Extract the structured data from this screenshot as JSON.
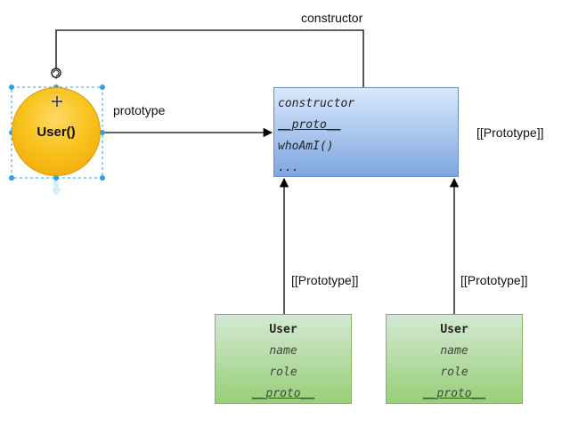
{
  "labels": {
    "constructor": "constructor",
    "prototype": "prototype",
    "proto_right": "[[Prototype]]",
    "proto_left_user": "[[Prototype]]",
    "proto_right_user": "[[Prototype]]"
  },
  "user_node": {
    "label": "User()"
  },
  "prototype_object": {
    "lines": [
      "constructor",
      "__proto__",
      "whoAmI()",
      "..."
    ]
  },
  "instances": [
    {
      "title": "User",
      "fields": [
        "name",
        "role",
        "__proto__"
      ]
    },
    {
      "title": "User",
      "fields": [
        "name",
        "role",
        "__proto__"
      ]
    }
  ],
  "colors": {
    "circle_fill": "#f9c31d",
    "circle_border": "#d79b00",
    "proto_top": "#dae8fc",
    "proto_bottom": "#7ea6e0",
    "proto_border": "#6c8ebf",
    "instance_top": "#d5e8d4",
    "instance_bottom": "#97d077",
    "instance_border": "#82b366",
    "selection": "#29a3e0"
  }
}
